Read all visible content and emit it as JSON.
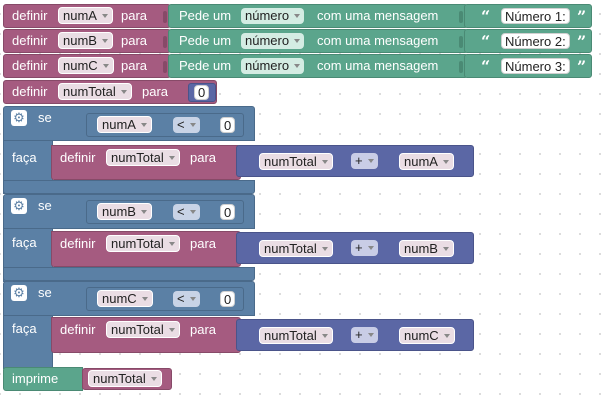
{
  "kw": {
    "definir": "definir",
    "para": "para",
    "se": "se",
    "faca": "faça",
    "imprime": "imprime",
    "pede_um": "Pede um",
    "com_msg": "com uma mensagem",
    "numero_type": "número"
  },
  "vars": {
    "numA": "numA",
    "numB": "numB",
    "numC": "numC",
    "numTotal": "numTotal"
  },
  "prompts": [
    "Número 1:",
    "Número 2:",
    "Número 3:"
  ],
  "ops": {
    "lt": "<",
    "plus": "+"
  },
  "numbers": {
    "zero": "0"
  },
  "colors": {
    "variables": "#a55b80",
    "text": "#5ba58c",
    "math": "#5b67a5",
    "logic": "#5b80a5"
  }
}
